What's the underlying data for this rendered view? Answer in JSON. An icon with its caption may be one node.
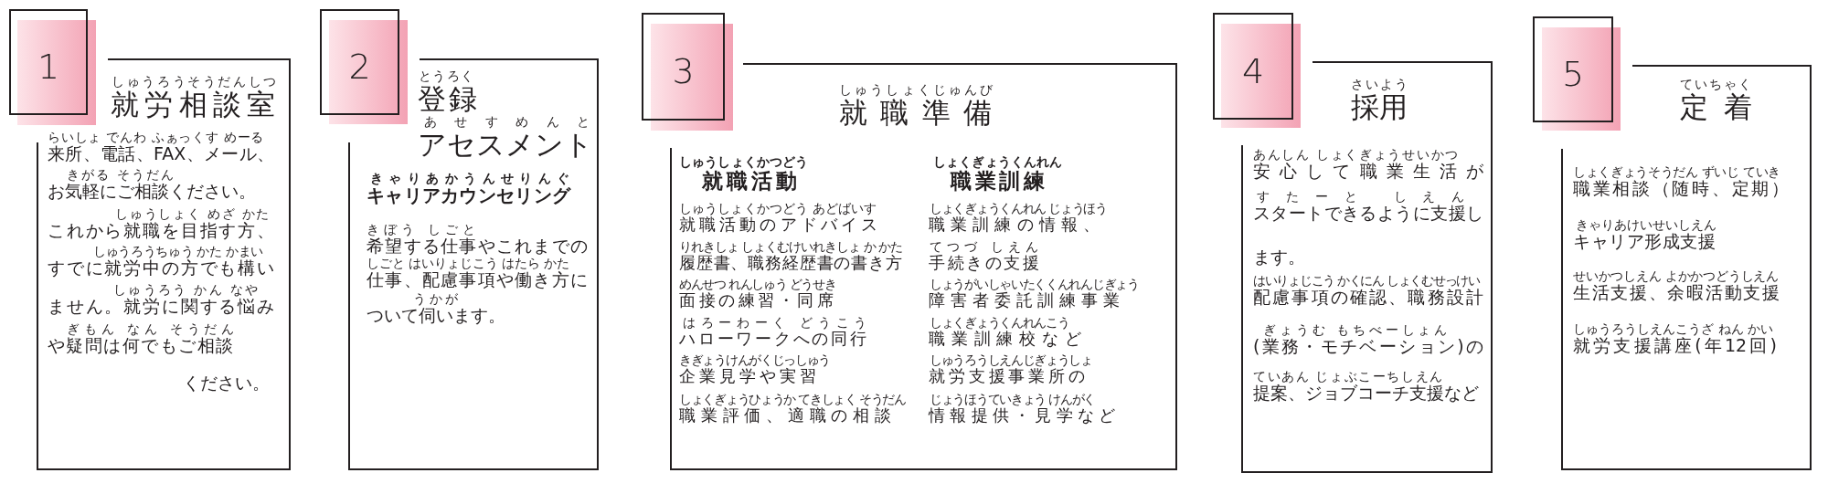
{
  "diagram": {
    "nodes": [
      {
        "text": [
          "1"
        ]
      },
      {
        "text": [
          "しゅうろうそうだんしつ",
          "就労相談室",
          "らいしょ でんわ ふぁっくす めーる",
          "来所、電話、FAX、メール、",
          "きがる そうだん",
          "お気軽にご相談ください。",
          "しゅうしょく めざ かた",
          "これから就職を目指す方、",
          "しゅうろうちゅう かた かまい",
          "すでに就労中の方でも構い",
          "しゅうろう かん なや",
          "ません。就労に関する悩み",
          "ぎもん なん そうだん",
          "や疑問は何でもご相談",
          "ください。"
        ]
      },
      {
        "text": [
          "2"
        ]
      },
      {
        "text": [
          "とうろく",
          "登録",
          "あせすめんと",
          "アセスメント",
          "きゃりあかうんせりんぐ",
          "キャリアカウンセリング",
          "きぼう しごと",
          "希望する仕事やこれまでの",
          "しごと はいりょじこう はたら かた",
          "仕事、配慮事項や働き方に",
          "うかが",
          "ついて伺います。"
        ]
      },
      {
        "text": [
          "3"
        ]
      },
      {
        "text": [
          "しゅうしょくじゅんび",
          "就職準備",
          "しゅうしょくかつどう",
          "就職活動",
          "しゅうしょくかつどう あどばいす",
          "就職活動のアドバイス",
          "りれきしょ しょくむけいれきしょ か かた",
          "履歴書、職務経歴書の書き方",
          "めんせつ れんしゅう どうせき",
          "面接の練習・同席",
          "はろーわーく どうこう",
          "ハローワークへの同行",
          "きぎょうけんがくじっしゅう",
          "企業見学や実習",
          "しょくぎょうひょうか てきしょく そうだん",
          "職業評価、適職の相談",
          "しょくぎょうくんれん",
          "職業訓練",
          "しょくぎょうくんれん じょうほう",
          "職業訓練の情報、",
          "てつづ しえん",
          "手続きの支援",
          "しょうがいしゃいたくくんれんじぎょう",
          "障害者委託訓練事業",
          "しょくぎょうくんれんこう",
          "職業訓練校など",
          "しゅうろうしえんじぎょうしょ",
          "就労支援事業所の",
          "じょうほうていきょう けんがく",
          "情報提供・見学など"
        ]
      },
      {
        "text": [
          "4"
        ]
      },
      {
        "text": [
          "さいよう",
          "採用",
          "あんしん しょくぎょうせいかつ",
          "安心して職業生活が",
          "すたーと しえん",
          "スタートできるように支援し",
          "ます。",
          "はいりょじこう かくにん しょくむせっけい",
          "配慮事項の確認、職務設計",
          "ぎょうむ もちべーしょん",
          "(業務・モチベーション)の",
          "ていあん じょぶこーちしえん",
          "提案、ジョブコーチ支援など"
        ]
      },
      {
        "text": [
          "5"
        ]
      },
      {
        "text": [
          "ていちゃく",
          "定着",
          "しょくぎょうそうだん ずいじ ていき",
          "職業相談（随時、定期）",
          "きゃりあけいせいしえん",
          "キャリア形成支援",
          "せいかつしえん よかかつどうしえん",
          "生活支援、余暇活動支援",
          "しゅうろうしえんこうざ ねん かい",
          "就労支援講座(年12回)"
        ]
      }
    ]
  }
}
